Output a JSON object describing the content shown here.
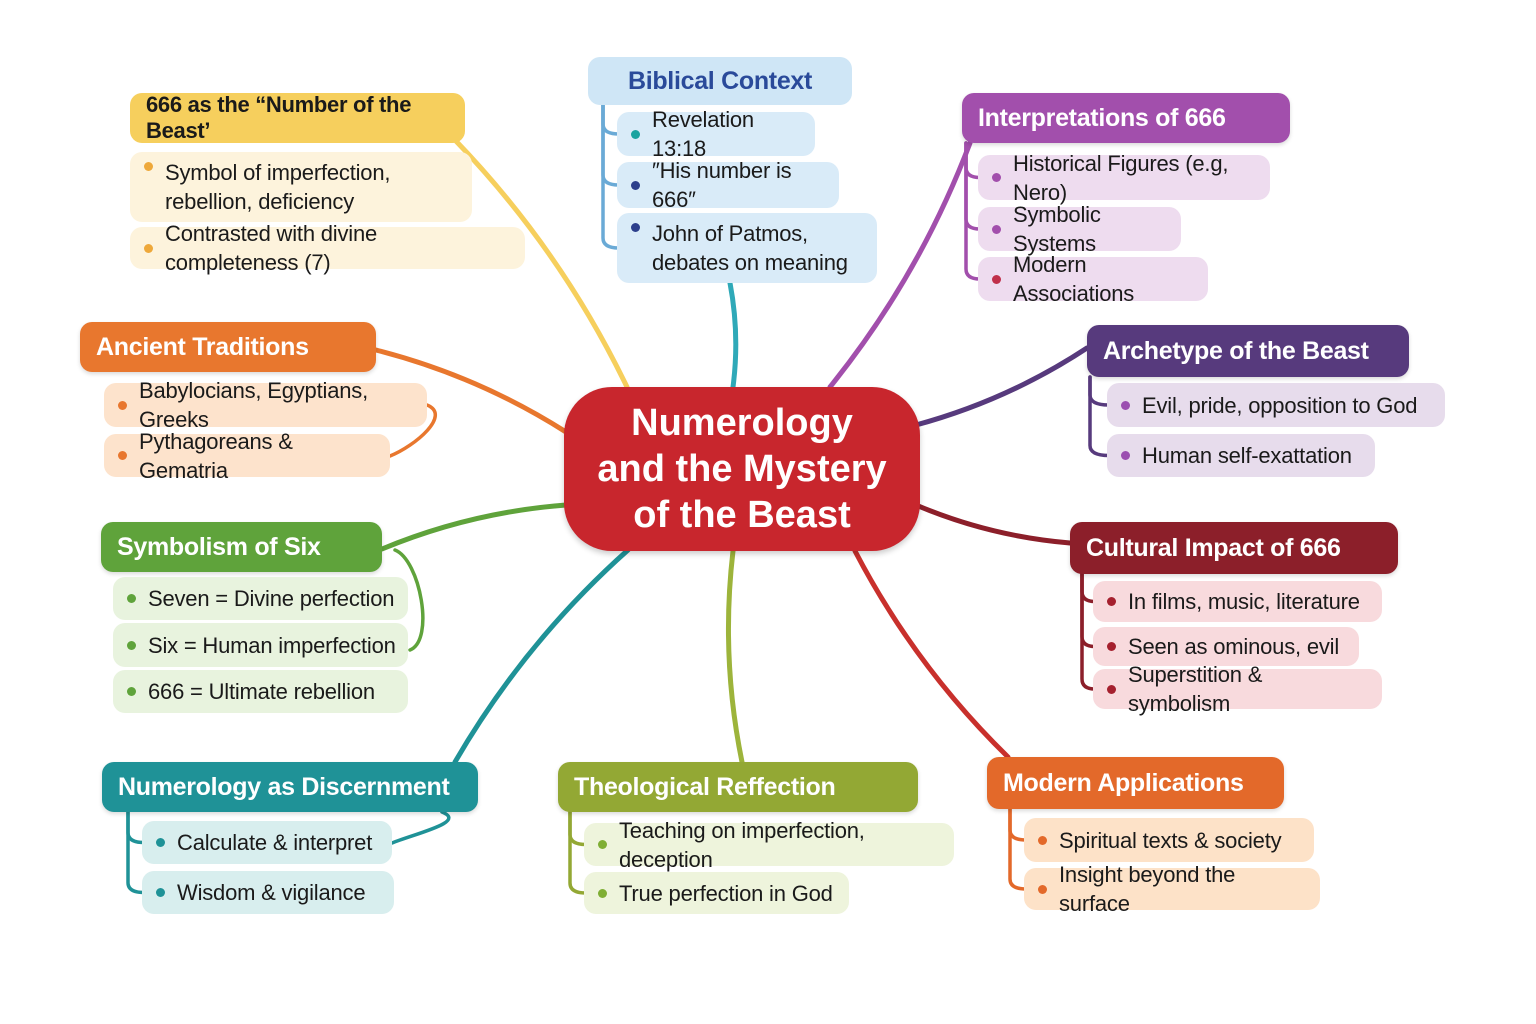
{
  "central": {
    "title_line1": "Numerology",
    "title_line2": "and the Mystery",
    "title_line3": "of the Beast",
    "color": "#c8262d"
  },
  "branches": [
    {
      "id": "number-of-beast",
      "title": "666 as the “Number of the Beast’",
      "color": "#f6cf5d",
      "item_bg": "#fdf3dc",
      "dot_color": "#eea83a",
      "title_color": "#1a1a1a",
      "items": [
        "Symbol of imperfection, rebellion, deficiency",
        "Contrasted with divine completeness (7)"
      ]
    },
    {
      "id": "biblical-context",
      "title": "Biblical Context",
      "color": "#cfe6f6",
      "item_bg": "#d9ebf8",
      "dot_color": "#2c3f8c",
      "title_color": "#2a4a9a",
      "items": [
        "Revelation 13:18",
        "″His number is 666″",
        "John of Patmos, debates on meaning"
      ],
      "item_dot_colors": [
        "#1aa3a0",
        "#2c3f8c",
        "#2c3f8c"
      ]
    },
    {
      "id": "interpretations",
      "title": "Interpretations of 666",
      "color": "#a24fac",
      "item_bg": "#eedcef",
      "dot_color": "#a24fac",
      "title_color": "#ffffff",
      "items": [
        "Historical Figures (e.g, Nero)",
        "Symbolic Systems",
        "Modern Associations"
      ],
      "item_dot_colors": [
        "#a24fac",
        "#a24fac",
        "#c0304a"
      ]
    },
    {
      "id": "ancient-traditions",
      "title": "Ancient Traditions",
      "color": "#e8772e",
      "item_bg": "#fde3cc",
      "dot_color": "#e8772e",
      "title_color": "#ffffff",
      "items": [
        "Babylocians, Egyptians, Greeks",
        "Pythagoreans & Gematria"
      ]
    },
    {
      "id": "archetype",
      "title": "Archetype of the Beast",
      "color": "#573a7d",
      "item_bg": "#e7dcec",
      "dot_color": "#9b4fb0",
      "title_color": "#ffffff",
      "items": [
        "Evil, pride, opposition to God",
        "Human self-exattation"
      ]
    },
    {
      "id": "symbolism-six",
      "title": "Symbolism of Six",
      "color": "#5fa33b",
      "item_bg": "#e8f3de",
      "dot_color": "#5fa33b",
      "title_color": "#ffffff",
      "items": [
        "Seven = Divine perfection",
        "Six = Human imperfection",
        "666 = Ultimate rebellion"
      ]
    },
    {
      "id": "cultural-impact",
      "title": "Cultural Impact of 666",
      "color": "#8c1f2a",
      "item_bg": "#f8dadd",
      "dot_color": "#a5202e",
      "title_color": "#ffffff",
      "items": [
        "In films, music, literature",
        "Seen as ominous, evil",
        "Superstition & symbolism"
      ]
    },
    {
      "id": "discernment",
      "title": "Numerology as Discernment",
      "color": "#1f9297",
      "item_bg": "#d8eeee",
      "dot_color": "#1f9297",
      "title_color": "#ffffff",
      "items": [
        "Calculate & interpret",
        "Wisdom & vigilance"
      ]
    },
    {
      "id": "theological",
      "title": "Theological Reffection",
      "color": "#93a834",
      "item_bg": "#eef4dc",
      "dot_color": "#7fae34",
      "title_color": "#ffffff",
      "items": [
        "Teaching on imperfection, deception",
        "True perfection in God"
      ]
    },
    {
      "id": "modern-applications",
      "title": "Modern Applications",
      "color": "#e3692a",
      "item_bg": "#fde2c8",
      "dot_color": "#e3692a",
      "title_color": "#ffffff",
      "items": [
        "Spiritual texts & society",
        "Insight beyond the surface"
      ]
    }
  ]
}
